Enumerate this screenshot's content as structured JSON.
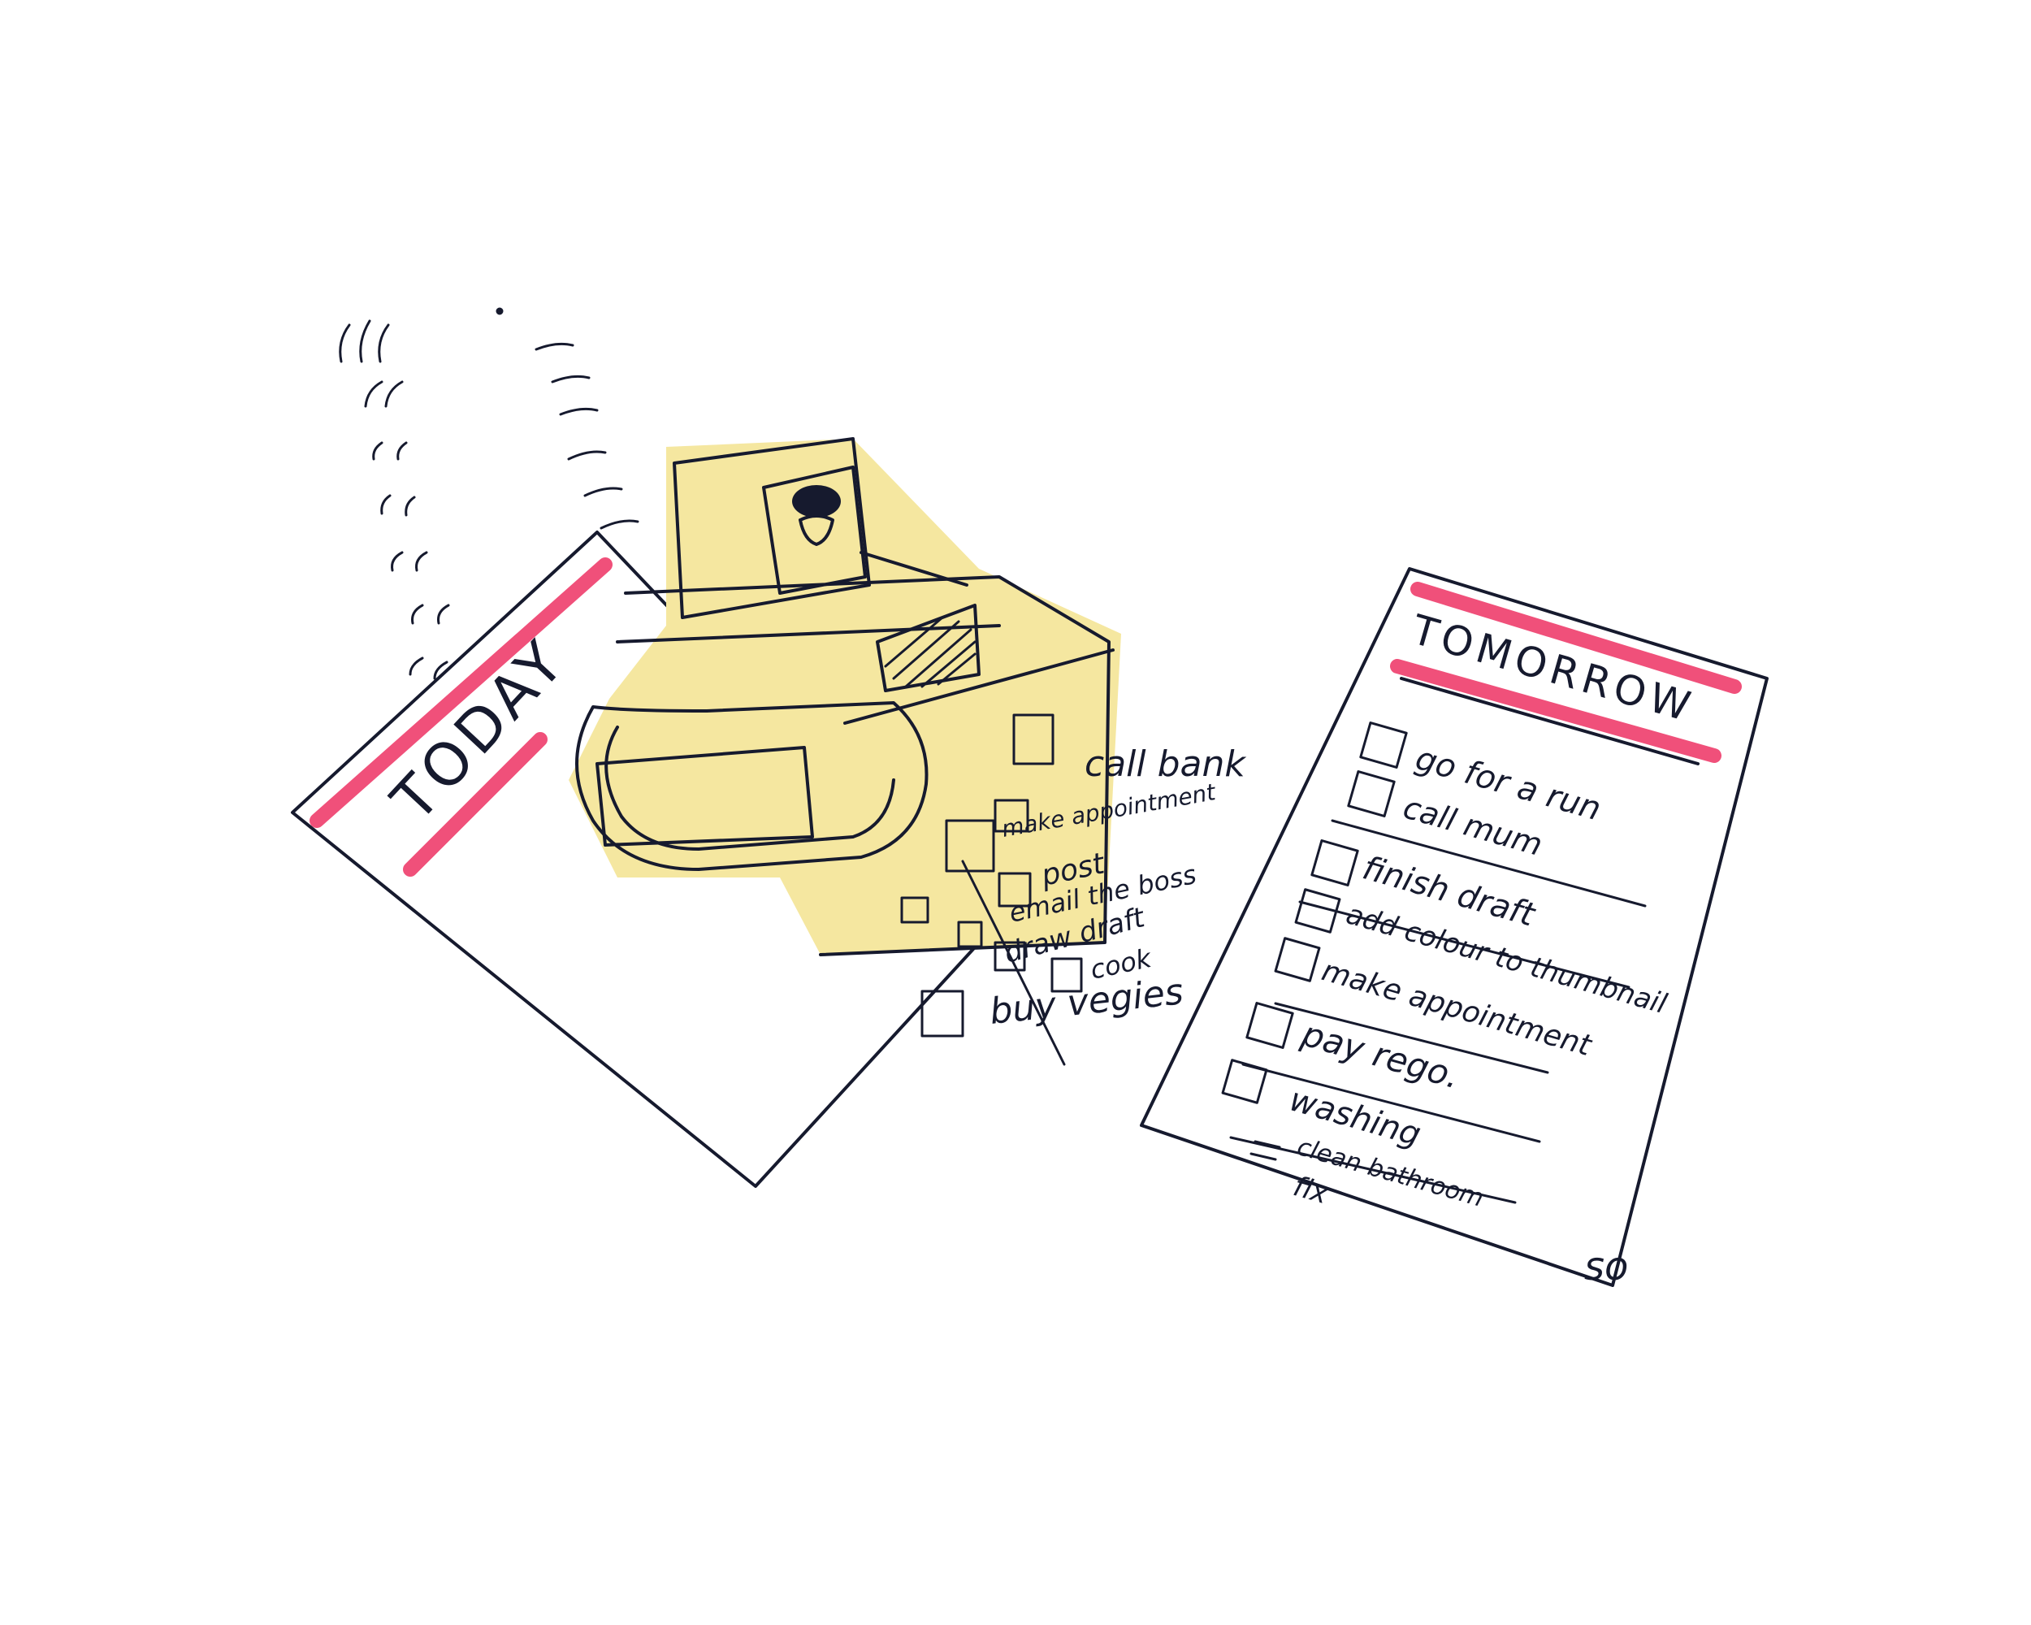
{
  "today_sheet": {
    "title": "TODAY",
    "tasks": [
      "call bank",
      "make appointment",
      "post",
      "email the boss",
      "draw draft",
      "cook",
      "buy vegies"
    ]
  },
  "tomorrow_sheet": {
    "title": "TOMORROW",
    "tasks": [
      "go for a run",
      "call mum",
      "finish draft",
      "add colour to thumbnail",
      "make appointment",
      "pay rego.",
      "washing",
      "clean bathroom",
      "fix"
    ]
  },
  "illustration": {
    "subject": "bulldozer",
    "accent_color": "#f0507a",
    "fill_color": "#f5e7a0",
    "ink_color": "#161a2e"
  },
  "signature": "so"
}
